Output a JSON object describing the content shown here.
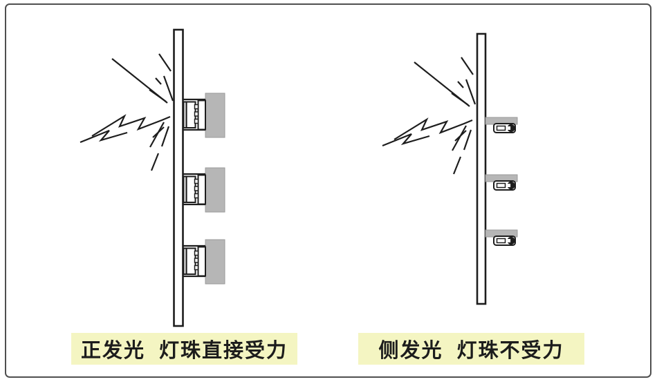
{
  "figure": {
    "background": "#ffffff",
    "border_color": "#4f4f4f",
    "line_color": "#1d1d1d",
    "pcb_color": "#b6b6b6",
    "caption_bg": "#f4f5c2",
    "caption_text_color": "#1c1c1c"
  },
  "diagrams": [
    {
      "id": "front-emitting",
      "caption": "正发光 灯珠直接受力",
      "led_count": 3
    },
    {
      "id": "side-emitting",
      "caption": "侧发光 灯珠不受力",
      "led_count": 3
    }
  ]
}
